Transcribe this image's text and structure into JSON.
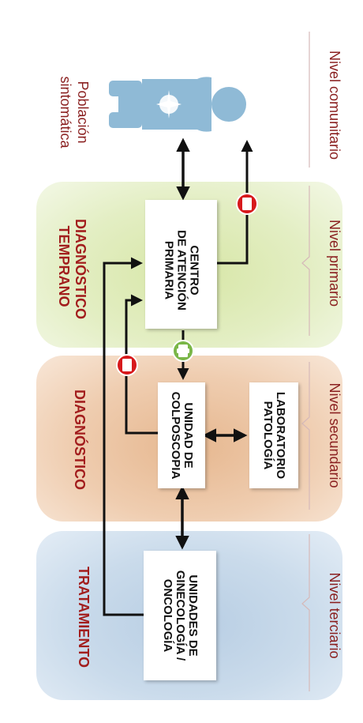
{
  "levels": {
    "community": "Nivel comunitario",
    "primary": "Nivel primario",
    "secondary": "Nivel secundario",
    "tertiary": "Nivel terciario"
  },
  "phases": {
    "early_line1": "DIAGNÓSTICO",
    "early_line2": "TEMPRANO",
    "diagnosis": "DIAGNÓSTICO",
    "treatment": "TRATAMIENTO"
  },
  "population": {
    "line1": "Población",
    "line2": "sintomática"
  },
  "boxes": {
    "primary_care": [
      "CENTRO",
      "DE ATENCIÓN",
      "PRIMARIA"
    ],
    "colposcopy": [
      "UNIDAD DE",
      "COLPOSCOPIA"
    ],
    "pathology": [
      "LABORATORIO",
      "PATOLOGÍA"
    ],
    "oncology": [
      "UNIDADES DE",
      "GINECOLOGÍA /",
      "ONCOLOGÍA"
    ]
  },
  "colors": {
    "label_red": "#8a1f1f",
    "phase_red": "#a21d1d",
    "negative_marker": "#d7191c",
    "positive_marker": "#7ab648",
    "person": "#8fbad6"
  },
  "icons": {
    "person": "person-icon",
    "negative": "minus-circle-icon",
    "positive": "plus-circle-icon"
  }
}
